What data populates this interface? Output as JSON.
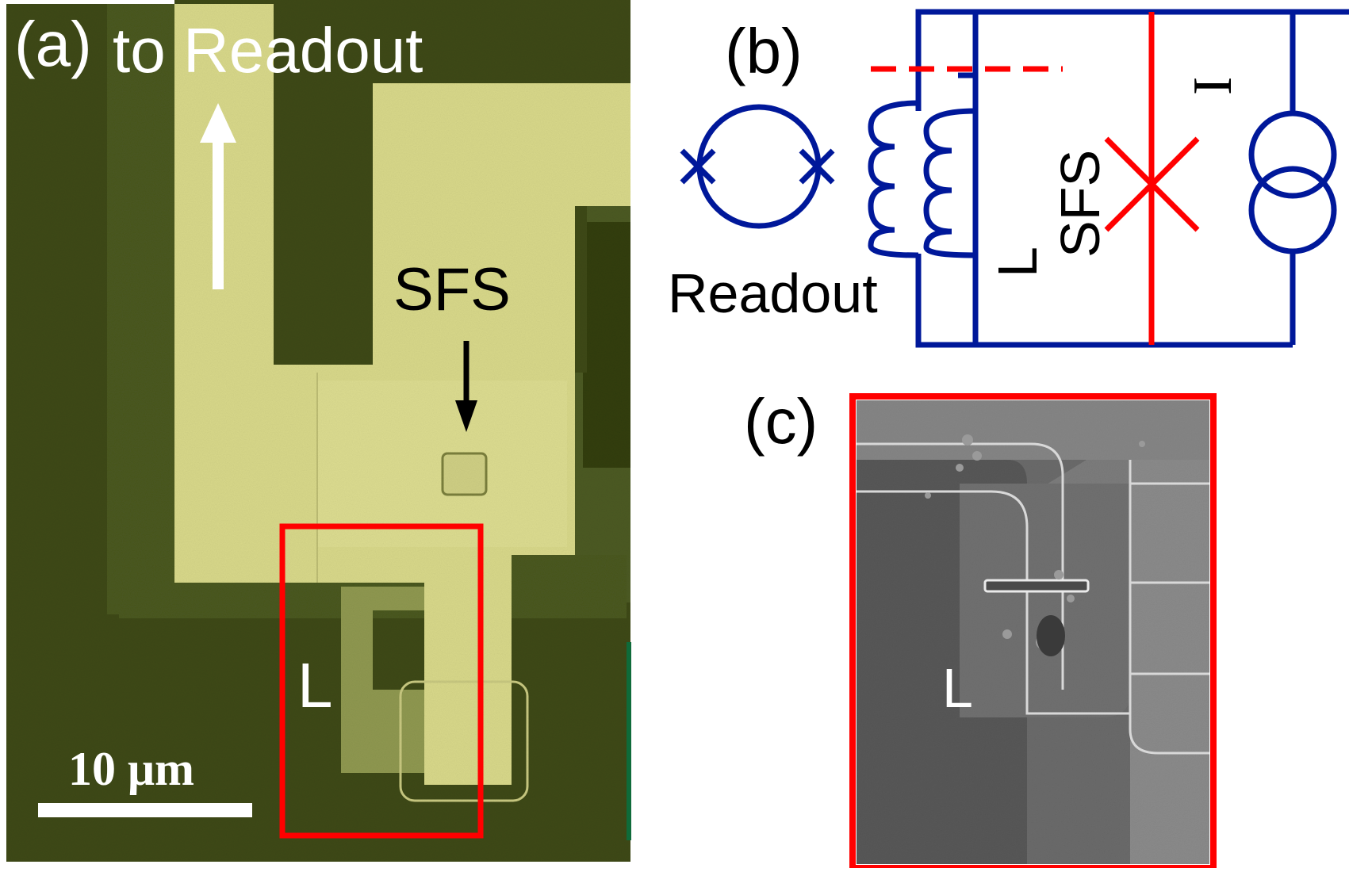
{
  "panel_a": {
    "panel_label": "(a)",
    "direction_label": "to Readout",
    "junction_label": "SFS",
    "inductor_label": "L",
    "scale_bar_label": "10 μm"
  },
  "panel_b": {
    "panel_label": "(b)",
    "readout_label": "Readout",
    "inductor_label": "L",
    "junction_label": "SFS",
    "current_source_label": "I"
  },
  "panel_c": {
    "panel_label": "(c)",
    "inductor_label": "L"
  },
  "colors": {
    "background_dark": "#3f4a16",
    "film_light": "#e6e6a0",
    "circuit_blue": "#00189a",
    "highlight_red": "#ff0000",
    "sem_gray": "#6f6f6f"
  }
}
